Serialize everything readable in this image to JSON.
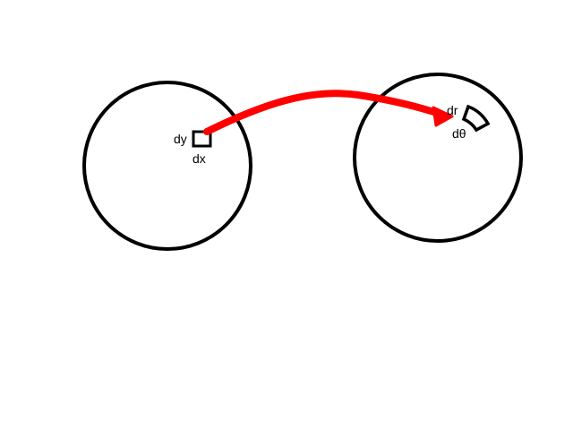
{
  "labels": {
    "dy": "dy",
    "dx": "dx",
    "dr": "dr",
    "dtheta": "dθ"
  },
  "colors": {
    "stroke": "#000000",
    "arrow": "#ff0000",
    "background": "#ffffff"
  }
}
